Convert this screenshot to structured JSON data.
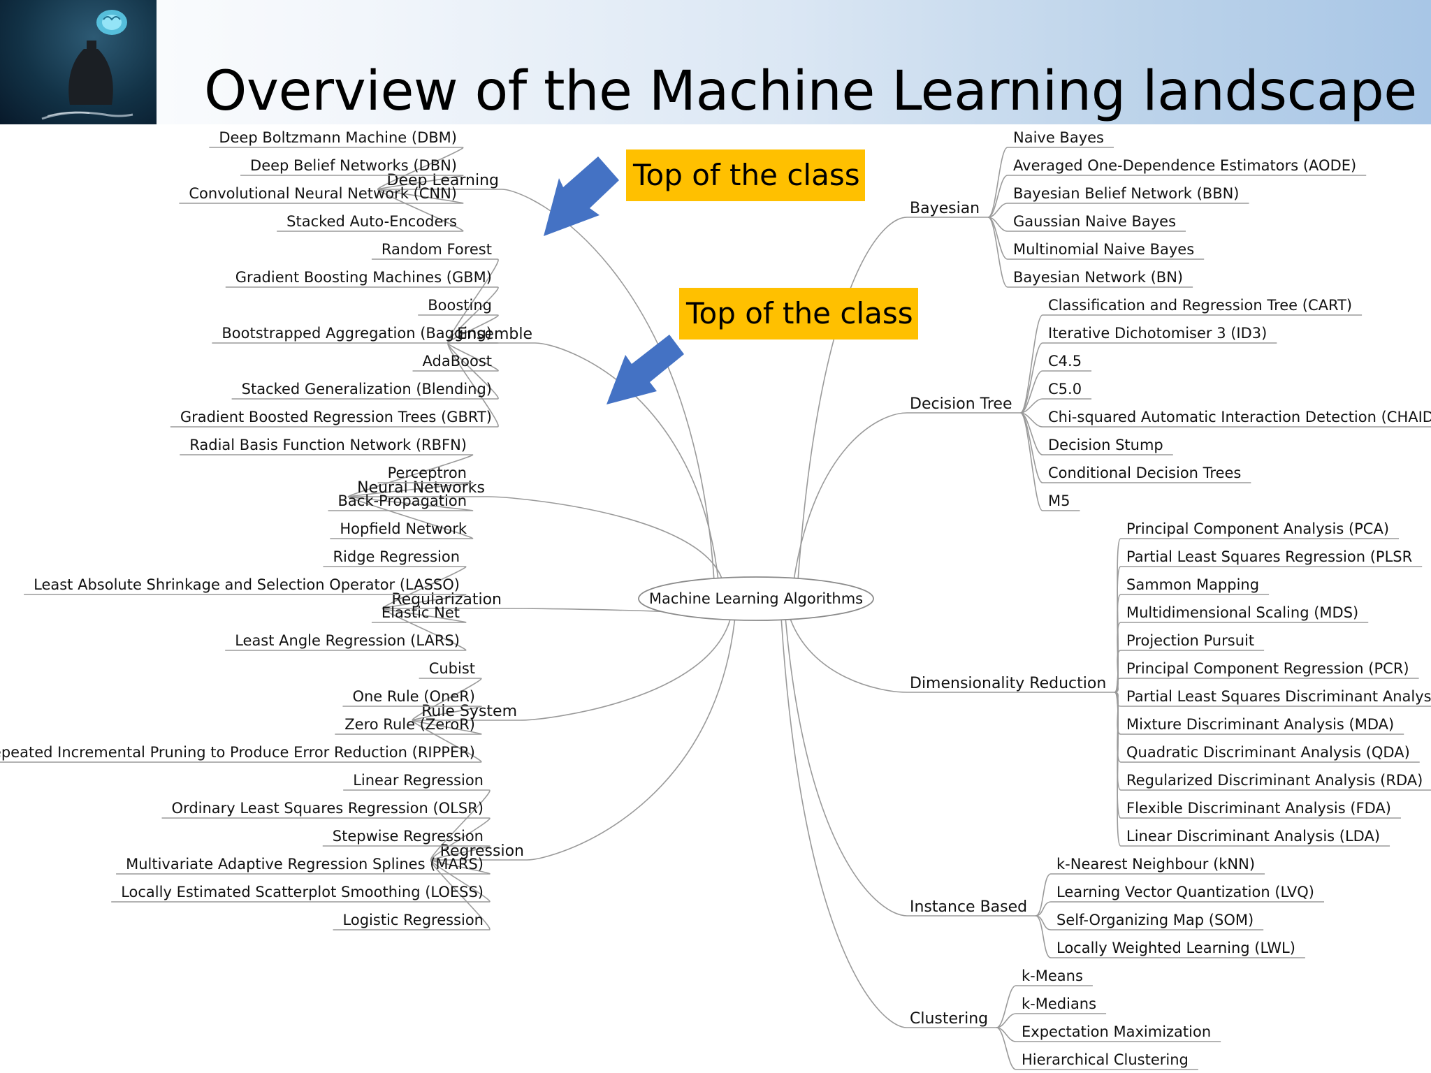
{
  "slide": {
    "title": "Overview of the Machine Learning landscape",
    "callouts": [
      "Top of the class",
      "Top of the class"
    ],
    "colors": {
      "callout": "#ffc000",
      "arrow": "#4472c4",
      "lines": "#9a9a9a"
    }
  },
  "mindmap": {
    "root": "Machine Learning Algorithms",
    "left": [
      {
        "name": "Deep Learning",
        "items": [
          "Deep Boltzmann Machine (DBM)",
          "Deep Belief Networks (DBN)",
          "Convolutional Neural Network (CNN)",
          "Stacked Auto-Encoders"
        ]
      },
      {
        "name": "Ensemble",
        "items": [
          "Random Forest",
          "Gradient Boosting Machines (GBM)",
          "Boosting",
          "Bootstrapped Aggregation (Bagging)",
          "AdaBoost",
          "Stacked Generalization (Blending)",
          "Gradient Boosted Regression Trees (GBRT)"
        ]
      },
      {
        "name": "Neural Networks",
        "items": [
          "Radial Basis Function Network (RBFN)",
          "Perceptron",
          "Back-Propagation",
          "Hopfield Network"
        ]
      },
      {
        "name": "Regularization",
        "items": [
          "Ridge Regression",
          "Least Absolute Shrinkage and Selection Operator (LASSO)",
          "Elastic Net",
          "Least Angle Regression (LARS)"
        ]
      },
      {
        "name": "Rule System",
        "items": [
          "Cubist",
          "One Rule (OneR)",
          "Zero Rule (ZeroR)",
          "Repeated Incremental Pruning to Produce Error Reduction (RIPPER)"
        ]
      },
      {
        "name": "Regression",
        "items": [
          "Linear Regression",
          "Ordinary Least Squares Regression (OLSR)",
          "Stepwise Regression",
          "Multivariate Adaptive Regression Splines (MARS)",
          "Locally Estimated Scatterplot Smoothing (LOESS)",
          "Logistic Regression"
        ]
      }
    ],
    "right": [
      {
        "name": "Bayesian",
        "items": [
          "Naive Bayes",
          "Averaged One-Dependence Estimators (AODE)",
          "Bayesian Belief Network (BBN)",
          "Gaussian Naive Bayes",
          "Multinomial Naive Bayes",
          "Bayesian Network (BN)"
        ]
      },
      {
        "name": "Decision Tree",
        "items": [
          "Classification and Regression Tree (CART)",
          "Iterative Dichotomiser 3 (ID3)",
          "C4.5",
          "C5.0",
          "Chi-squared Automatic Interaction Detection (CHAID)",
          "Decision Stump",
          "Conditional Decision Trees",
          "M5"
        ]
      },
      {
        "name": "Dimensionality Reduction",
        "items": [
          "Principal Component Analysis (PCA)",
          "Partial Least Squares Regression (PLSR",
          "Sammon Mapping",
          "Multidimensional Scaling (MDS)",
          "Projection Pursuit",
          "Principal Component Regression (PCR)",
          "Partial Least Squares Discriminant Analysis",
          "Mixture Discriminant Analysis (MDA)",
          "Quadratic Discriminant Analysis (QDA)",
          "Regularized Discriminant Analysis (RDA)",
          "Flexible Discriminant Analysis (FDA)",
          "Linear Discriminant Analysis (LDA)"
        ]
      },
      {
        "name": "Instance Based",
        "items": [
          "k-Nearest Neighbour (kNN)",
          "Learning Vector Quantization (LVQ)",
          "Self-Organizing Map (SOM)",
          "Locally Weighted Learning (LWL)"
        ]
      },
      {
        "name": "Clustering",
        "items": [
          "k-Means",
          "k-Medians",
          "Expectation Maximization",
          "Hierarchical Clustering"
        ]
      }
    ]
  }
}
